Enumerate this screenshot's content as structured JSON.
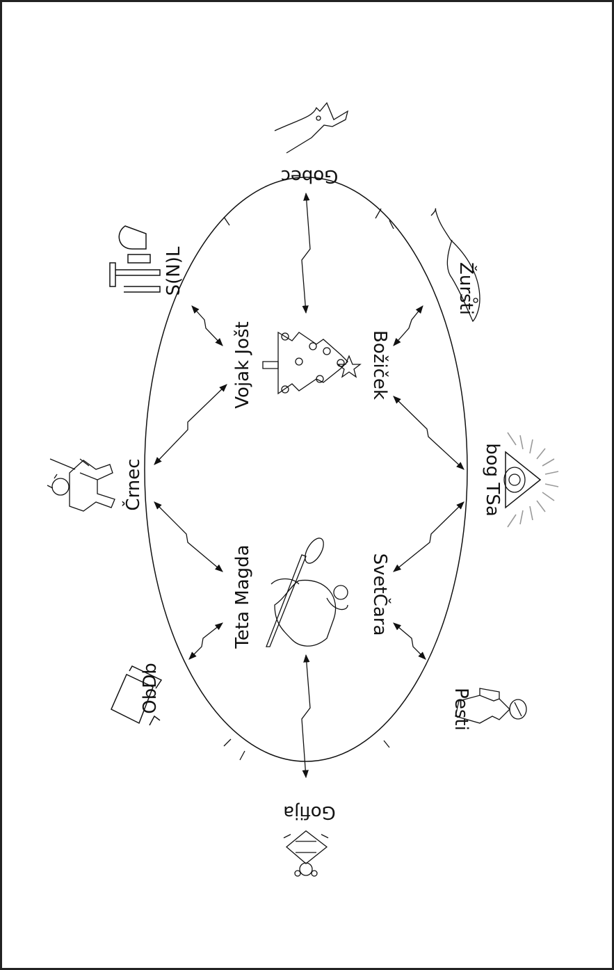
{
  "labels": {
    "gobec": "Gobec",
    "zursti": "Žursti",
    "bog_tsa": "bog TSa",
    "pesti": "Pesti",
    "gofija": "Gofija",
    "obdb": "ObDb",
    "crnec": "Črnec",
    "snl": "S(N)L",
    "vojak_jost": "Vojak Jošt",
    "bozicek": "Božiček",
    "teta_magda": "Teta Magda",
    "svetcara": "SvetČara"
  },
  "colors": {
    "ink": "#111111",
    "frame": "#222222",
    "rays": "#999999",
    "background": "#ffffff"
  },
  "icons": [
    "dog-icon",
    "mouse-icon",
    "eye-triangle-icon",
    "person-icon",
    "wise-man-icon",
    "tv-icon",
    "soldier-icon",
    "hammer-sickle-icon",
    "christmas-tree-icon",
    "angel-icon"
  ]
}
